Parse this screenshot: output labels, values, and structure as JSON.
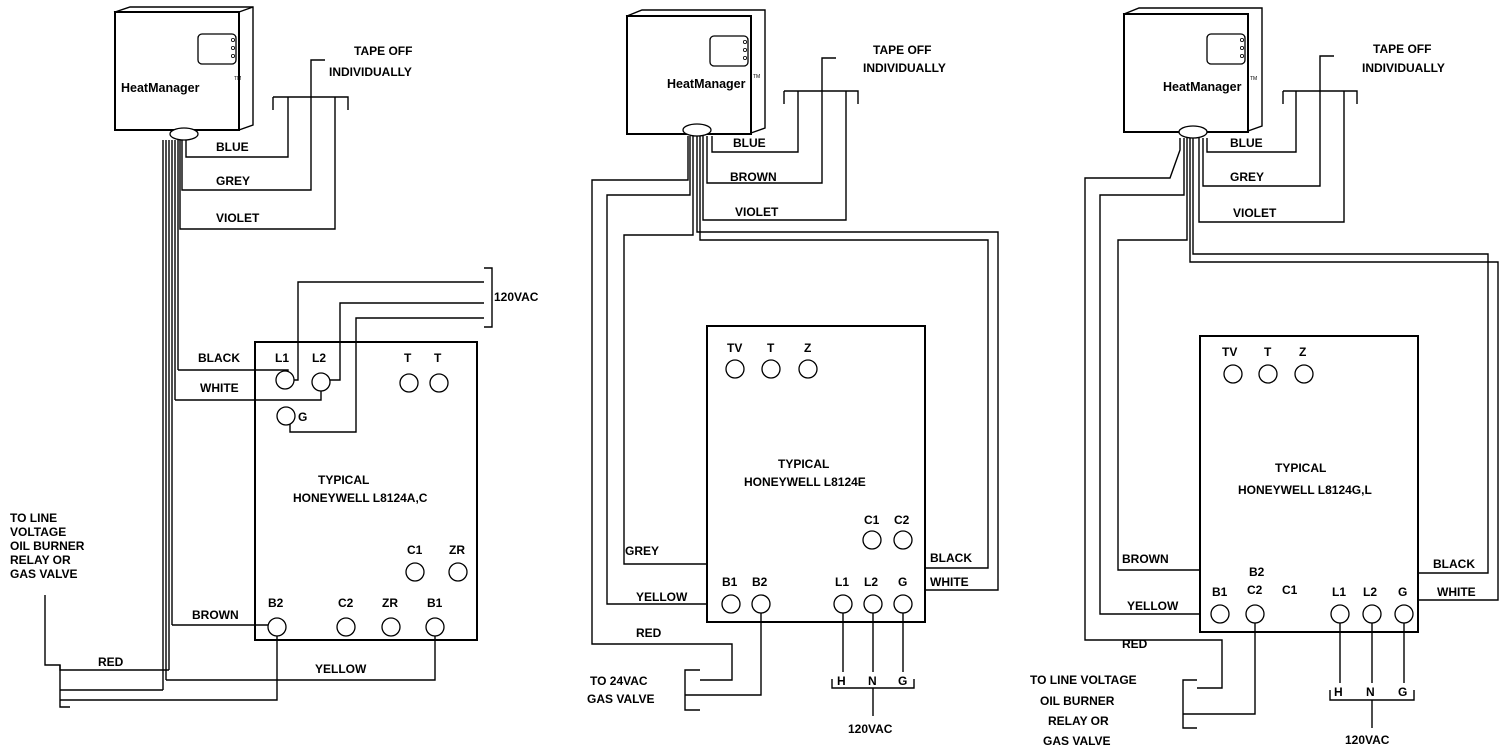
{
  "diagrams": [
    {
      "brand": "HeatManager",
      "trademark": "TM",
      "tape_label_1": "TAPE OFF",
      "tape_label_2": "INDIVIDUALLY",
      "wires": {
        "blue": "BLUE",
        "grey": "GREY",
        "violet": "VIOLET",
        "black": "BLACK",
        "white": "WHITE",
        "brown": "BROWN",
        "red": "RED",
        "yellow": "YELLOW"
      },
      "supply": "120VAC",
      "terminals": {
        "l1": "L1",
        "l2": "L2",
        "t1": "T",
        "t2": "T",
        "g": "G",
        "c1": "C1",
        "zr_top": "ZR",
        "b2": "B2",
        "c2": "C2",
        "zr_bottom": "ZR",
        "b1": "B1"
      },
      "model_line_1": "TYPICAL",
      "model_line_2": "HONEYWELL L8124A,C",
      "target": [
        "TO LINE",
        "VOLTAGE",
        "OIL BURNER",
        "RELAY OR",
        "GAS VALVE"
      ]
    },
    {
      "brand": "HeatManager",
      "trademark": "TM",
      "tape_label_1": "TAPE OFF",
      "tape_label_2": "INDIVIDUALLY",
      "wires": {
        "blue": "BLUE",
        "brown": "BROWN",
        "violet": "VIOLET",
        "grey": "GREY",
        "yellow": "YELLOW",
        "red": "RED",
        "black": "BLACK",
        "white": "WHITE"
      },
      "terminals": {
        "tv": "TV",
        "t": "T",
        "z": "Z",
        "c1": "C1",
        "c2": "C2",
        "b1": "B1",
        "b2": "B2",
        "l1": "L1",
        "l2": "L2",
        "g": "G"
      },
      "model_line_1": "TYPICAL",
      "model_line_2": "HONEYWELL  L8124E",
      "power": {
        "h": "H",
        "n": "N",
        "g": "G",
        "supply": "120VAC"
      },
      "target": [
        "TO  24VAC",
        "GAS VALVE"
      ]
    },
    {
      "brand": "HeatManager",
      "trademark": "TM",
      "tape_label_1": "TAPE OFF",
      "tape_label_2": "INDIVIDUALLY",
      "wires": {
        "blue": "BLUE",
        "grey": "GREY",
        "violet": "VIOLET",
        "brown": "BROWN",
        "yellow": "YELLOW",
        "red": "RED",
        "black": "BLACK",
        "white": "WHITE"
      },
      "terminals": {
        "tv": "TV",
        "t": "T",
        "z": "Z",
        "b2": "B2",
        "b1": "B1",
        "c2": "C2",
        "c1": "C1",
        "l1": "L1",
        "l2": "L2",
        "g": "G"
      },
      "model_line_1": "TYPICAL",
      "model_line_2": "HONEYWELL  L8124G,L",
      "power": {
        "h": "H",
        "n": "N",
        "g": "G",
        "supply": "120VAC"
      },
      "target": [
        "TO LINE VOLTAGE",
        "OIL  BURNER",
        "RELAY  OR",
        "GAS  VALVE"
      ]
    }
  ]
}
